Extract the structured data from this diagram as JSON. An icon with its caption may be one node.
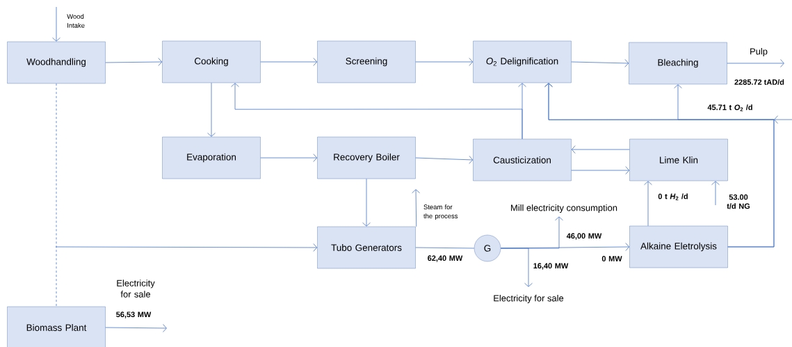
{
  "diagram": {
    "nodes": [
      {
        "text": [
          "Woodhandling"
        ]
      },
      {
        "text": [
          "Cooking"
        ]
      },
      {
        "text": [
          "Screening"
        ]
      },
      {
        "text": [
          "*O*$_{2}$ Delignification"
        ]
      },
      {
        "text": [
          "Bleaching"
        ]
      },
      {
        "text": [
          "Evaporation"
        ]
      },
      {
        "text": [
          "Recovery Boiler"
        ]
      },
      {
        "text": [
          "Causticization"
        ]
      },
      {
        "text": [
          "Lime Klin"
        ]
      },
      {
        "text": [
          "Tubo Generators"
        ]
      },
      {
        "text": [
          "G"
        ]
      },
      {
        "text": [
          "Alkaine Eletrolysis"
        ]
      },
      {
        "text": [
          "Biomass Plant"
        ]
      },
      {
        "text": [
          "Mill electricity consumption"
        ]
      },
      {
        "text": [
          "Electricity for sale"
        ]
      }
    ],
    "edges": [
      {
        "from": null,
        "to": 0,
        "arrow": "to",
        "label": "Wood Intake"
      },
      {
        "from": 0,
        "to": 1,
        "arrow": "to"
      },
      {
        "from": 1,
        "to": 2,
        "arrow": "to"
      },
      {
        "from": 2,
        "to": 3,
        "arrow": "to"
      },
      {
        "from": 3,
        "to": 4,
        "arrow": "to"
      },
      {
        "from": 4,
        "to": null,
        "arrow": "to",
        "label": "Pulp"
      },
      {
        "from": 1,
        "to": 5,
        "arrow": "to"
      },
      {
        "from": 5,
        "to": 6,
        "arrow": "to"
      },
      {
        "from": 6,
        "to": 7,
        "arrow": "to"
      },
      {
        "from": 7,
        "to": 3,
        "arrow": "to"
      },
      {
        "from": 7,
        "to": 1,
        "arrow": "to"
      },
      {
        "from": 8,
        "to": 7,
        "arrow": "to"
      },
      {
        "from": 7,
        "to": 8,
        "arrow": "to"
      },
      {
        "from": 11,
        "to": 3,
        "arrow": "to"
      },
      {
        "from": 11,
        "to": 4,
        "arrow": "to"
      },
      {
        "from": null,
        "to": 3,
        "arrow": "to",
        "label": "45.71 t *O*$_{2}$ /d"
      },
      {
        "from": 6,
        "to": 9,
        "arrow": "to"
      },
      {
        "from": 9,
        "to": null,
        "arrow": "to",
        "label": "Steam for the process"
      },
      {
        "from": null,
        "to": 9,
        "arrow": "to"
      },
      {
        "from": 0,
        "to": 12,
        "arrow": "none",
        "style": "dashed"
      },
      {
        "from": 9,
        "to": 10,
        "arrow": "none",
        "label": "62,40 MW"
      },
      {
        "from": 10,
        "to": 11,
        "arrow": "to",
        "label": "0 MW"
      },
      {
        "from": 10,
        "to": 13,
        "arrow": "to",
        "label": "46,00 MW"
      },
      {
        "from": 10,
        "to": 14,
        "arrow": "to",
        "label": "16,40 MW"
      },
      {
        "from": 11,
        "to": 8,
        "arrow": "to",
        "label": "0 t *H*$_{2}$ /d"
      },
      {
        "from": null,
        "to": 8,
        "arrow": "to",
        "label": "53.00 t/d NG"
      },
      {
        "from": 12,
        "to": null,
        "arrow": "to",
        "label": "56,53 MW"
      }
    ],
    "labels": [
      "2285.72 tAD/d",
      "Electricity for sale"
    ]
  }
}
